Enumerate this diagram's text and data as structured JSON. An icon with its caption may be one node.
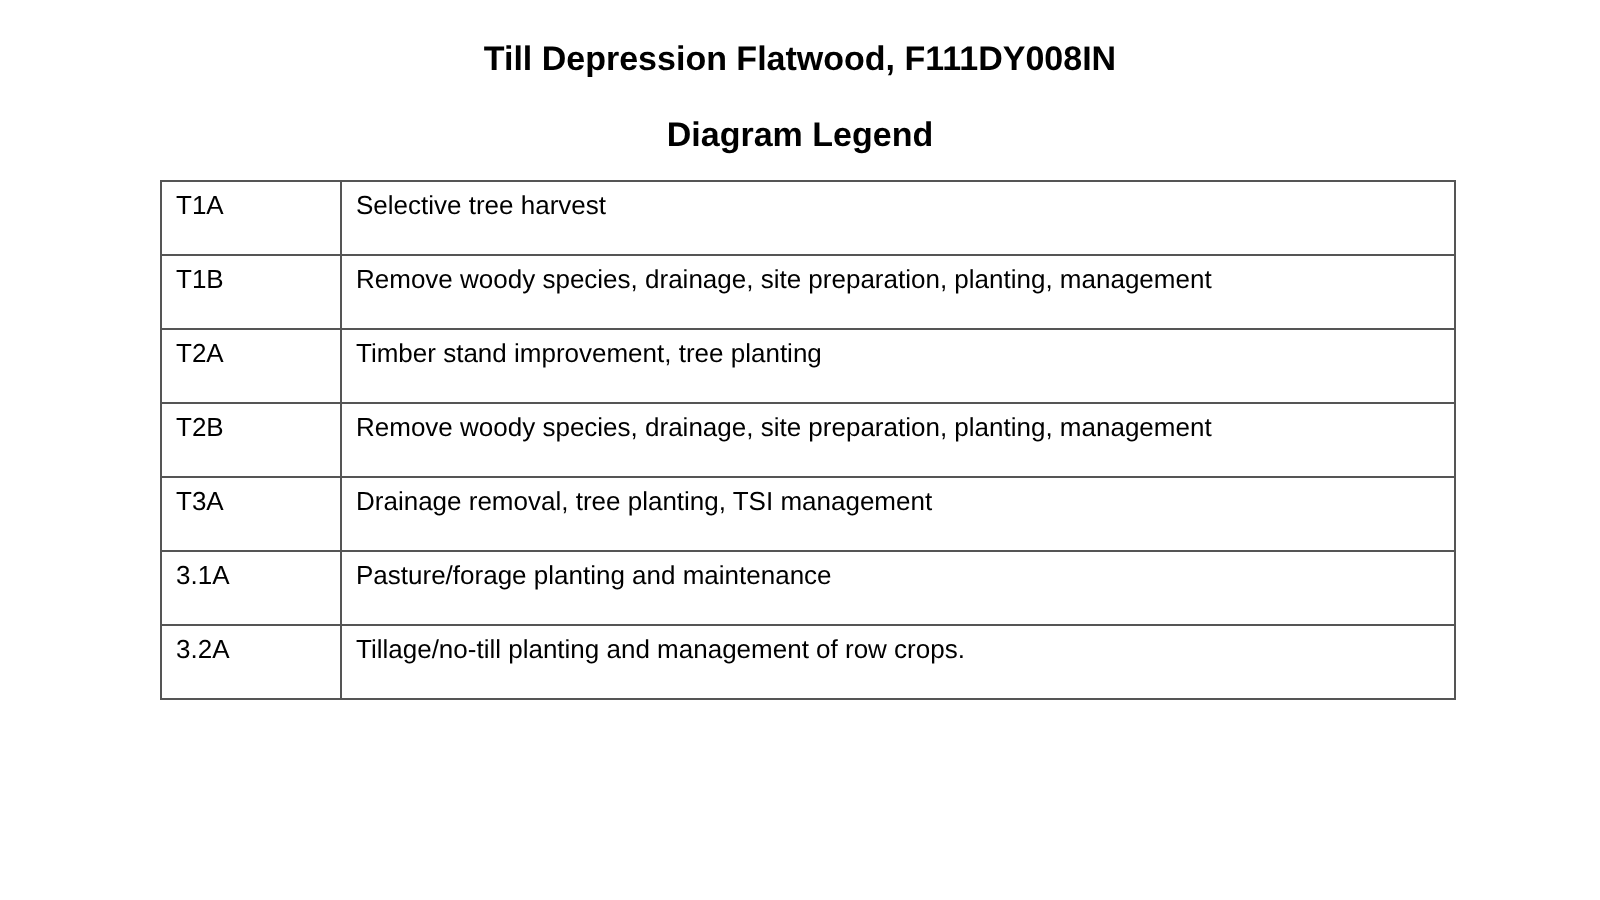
{
  "diagram": {
    "title": "Till Depression Flatwood, F111DY008IN",
    "labels": [
      "Diagram Legend",
      "T1A",
      "Selective tree harvest",
      "T1B",
      "Remove woody species, drainage, site preparation, planting, management",
      "T2A",
      "Timber stand improvement, tree planting",
      "T2B",
      "Remove woody species, drainage, site preparation, planting, management",
      "T3A",
      "Drainage removal, tree planting, TSI management",
      "3.1A",
      "Pasture/forage planting and maintenance",
      "3.2A",
      "Tillage/no-till planting and management of row crops."
    ]
  }
}
